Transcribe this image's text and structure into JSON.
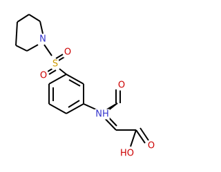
{
  "colors": {
    "background": "#ffffff",
    "bond": "#000000",
    "nitrogen": "#3333cc",
    "oxygen": "#cc0000",
    "sulfur": "#cc9900"
  },
  "atoms": {
    "piperidine_n": {
      "label": "N",
      "color": "nitrogen"
    },
    "sulfonyl_s": {
      "label": "S",
      "color": "sulfur"
    },
    "sulfonyl_o_right": {
      "label": "O",
      "color": "oxygen"
    },
    "sulfonyl_o_left": {
      "label": "O",
      "color": "oxygen"
    },
    "amide_nh": {
      "label": "NH",
      "color": "nitrogen"
    },
    "amide_o": {
      "label": "O",
      "color": "oxygen"
    },
    "acid_o": {
      "label": "O",
      "color": "oxygen"
    },
    "acid_oh": {
      "label": "HO",
      "color": "oxygen"
    }
  }
}
